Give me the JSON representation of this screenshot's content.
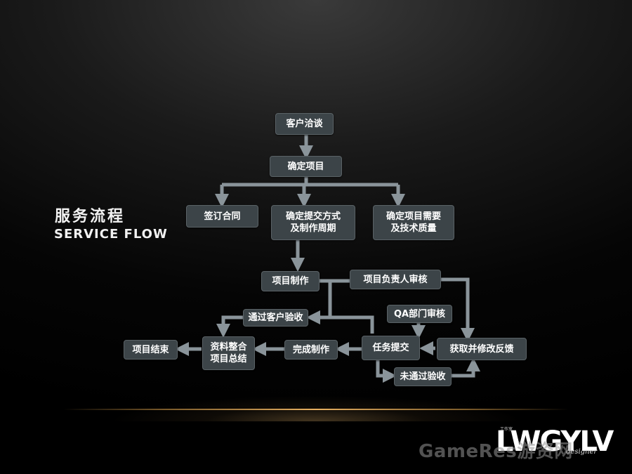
{
  "heading": {
    "cn": "服务流程",
    "en": "SERVICE FLOW"
  },
  "nodes": {
    "client_talk": "客户洽谈",
    "confirm_project": "确定项目",
    "sign_contract": "签订合同",
    "submission_method": [
      "确定提交方式",
      "及制作周期"
    ],
    "project_requirements": [
      "确定项目需要",
      "及技术质量"
    ],
    "project_production": "项目制作",
    "manager_review": "项目负责人审核",
    "qa_review": "QA部门审核",
    "client_accepted": "通过客户验收",
    "task_submit": "任务提交",
    "get_feedback": "获取并修改反馈",
    "production_done": "完成制作",
    "archive_summary": [
      "资料整合",
      "项目总结"
    ],
    "project_end": "项目结束",
    "not_accepted": "未通过验收"
  },
  "logo": {
    "mark": "LWGYLV",
    "small": "工作室",
    "sub": "designer"
  },
  "watermark": "GameRes游资网",
  "colors": {
    "node_fill": "#3c4448",
    "connector": "#8a949a",
    "horizon": "#e8b060"
  }
}
